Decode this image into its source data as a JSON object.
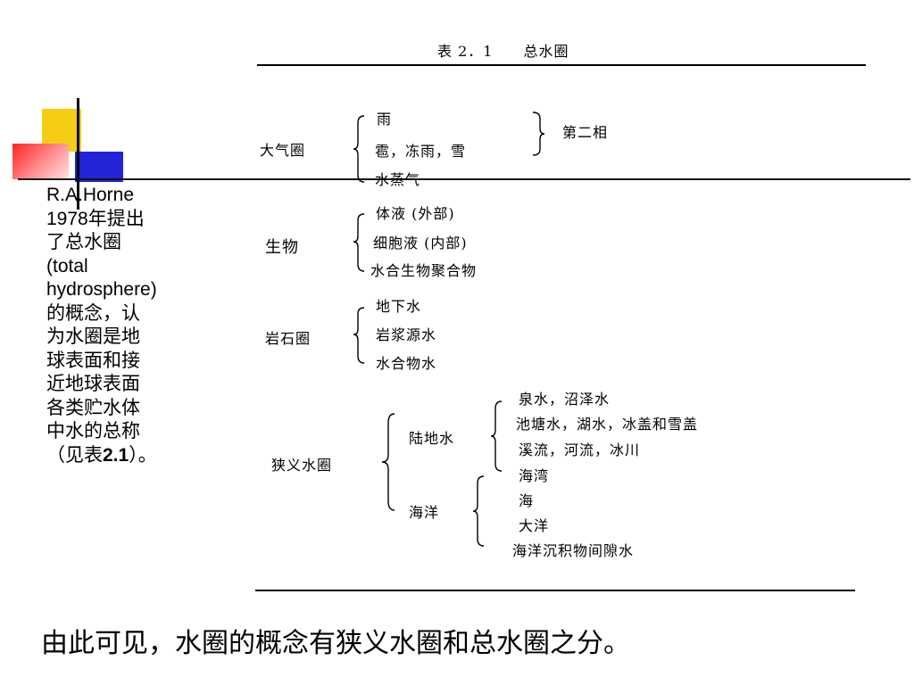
{
  "table": {
    "title": "表 2．1　　总水圈",
    "groups": [
      {
        "name": "大气圈",
        "items": [
          "雨",
          "雹，冻雨，雪",
          "水蒸气"
        ],
        "note": "第二相"
      },
      {
        "name": "生物",
        "items": [
          "体液 (外部)",
          "细胞液 (内部)",
          "水合生物聚合物"
        ]
      },
      {
        "name": "岩石圈",
        "items": [
          "地下水",
          "岩浆源水",
          "水合物水"
        ]
      },
      {
        "name": "狭义水圈",
        "land": {
          "name": "陆地水",
          "items": [
            "泉水，沼泽水",
            "池塘水，湖水，冰盖和雪盖",
            "溪流，河流，冰川"
          ]
        },
        "sea": {
          "name": "海洋",
          "items": [
            "海湾",
            "海",
            "大洋",
            "海洋沉积物间隙水"
          ]
        }
      }
    ]
  },
  "side_text": {
    "l1": "R.A.Horne",
    "l2": "1978年提出",
    "l3": "了总水圈",
    "l4": "(total",
    "l5": "hydrosphere)",
    "l6": "的概念，认",
    "l7": "为水圈是地",
    "l8": "球表面和接",
    "l9": "近地球表面",
    "l10": "各类贮水体",
    "l11": "中水的总称",
    "l12_pre": "（见表",
    "l12_bold": "2.1",
    "l12_post": "）。"
  },
  "footer": "由此可见，水圈的概念有狭义水圈和总水圈之分。"
}
